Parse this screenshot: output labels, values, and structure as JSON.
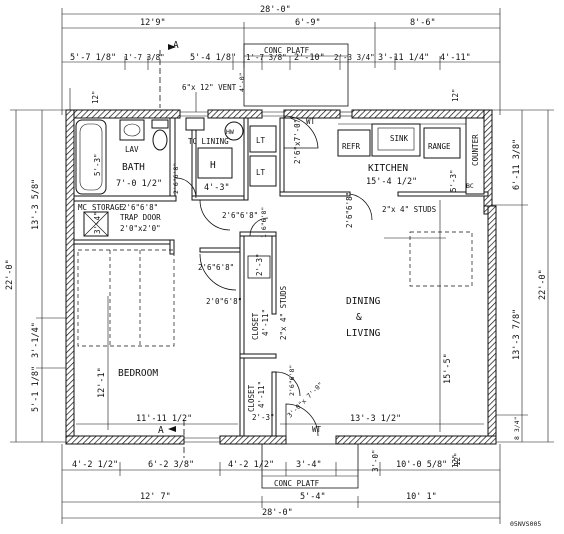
{
  "plan": {
    "drawing_id": "05NVS005",
    "section_mark": "A",
    "dimensions": {
      "top_overall": "28'-0\"",
      "top_left": "12'9\"",
      "top_mid": "6'-9\"",
      "top_right": "8'-6\"",
      "top_row": [
        "5'-7 1/8\"",
        "1'-7 3/8\"",
        "5'-4 1/8\"",
        "1'-7 3/8\"",
        "2'-10\"",
        "2'-3 3/4\"",
        "3'-11 1/4\"",
        "4'-11\""
      ],
      "bottom_row": [
        "4'-2 1/2\"",
        "6'-2 3/8\"",
        "4'-2 1/2\"",
        "3'-4\"",
        "3'-0\"",
        "10'-0 5/8\"",
        "12\""
      ],
      "bottom_12_7": "12' 7\"",
      "bottom_5_4": "5'-4\"",
      "bottom_10_1": "10' 1\"",
      "bottom_overall": "28'-0\"",
      "left_overall": "22'-0\"",
      "left_upper": "13'-3 5/8\"",
      "left_lower": "5'-1 1/8\"",
      "left_3_1_4": "3'-1/4\"",
      "left_12": "12\"",
      "right_overall": "22'-0\"",
      "right_6_11": "6'-11 3/8\"",
      "right_13_3": "13'-3 7/8\"",
      "right_8_3_4": "8 3/4\"",
      "right_12_top": "12\"",
      "right_12_bot": "12\""
    },
    "labels": {
      "conc_platf_top": "CONC PLATF",
      "conc_platf_bottom": "CONC PLATF",
      "vent": "6\"x 12\" VENT",
      "vent_dim": "4'-0\"",
      "lav": "LAV",
      "bath": "BATH",
      "bath_dim": "7'-0 1/2\"",
      "bath_side": "5'-3\"",
      "tc_lining": "TC LINING",
      "hw": "HW",
      "h": "H",
      "lt1": "LT",
      "lt2": "LT",
      "heater_dim": "4'-3\"",
      "wt_top": "WT",
      "wt_bottom": "WT",
      "refr": "REFR",
      "sink": "SINK",
      "range": "RANGE",
      "counter": "COUNTER",
      "bc": "BC",
      "kitchen": "KITCHEN",
      "kitchen_dim": "15'-4 1/2\"",
      "kitchen_side": "5'-3\"",
      "kit_door": "2'6\"x7'-0\"",
      "studs_kitchen": "2\"x 4\" STUDS",
      "door_2_6_6_8_a": "2'6\"6'8\"",
      "storage": "STORAGE",
      "mc": "MC",
      "trap_door": "TRAP DOOR",
      "trap_dim": "2'0\"x2'0\"",
      "storage_side": "3'-4\"",
      "bath_door": "2'6\"6'8\"",
      "hall_door": "2'6\"6'8\"",
      "door_2_6_6_8_b": "2'6\"6'8\"",
      "door_1_6_6_8": "1'6\"6'8\"",
      "door_2_6_6_8_c": "2'6\"6'8\"",
      "door_2_0_6_8": "2'0\"6'8\"",
      "dim_2_3": "2'-3\"",
      "dim_2_3b": "2'-3\"",
      "closet1": "CLOSET",
      "closet1_dim": "4'-11\"",
      "closet2": "CLOSET",
      "closet2_dim": "4'-11\"",
      "studs_closet": "2\"x 4\" STUDS",
      "dining": "DINING",
      "amp": "&",
      "living": "LIVING",
      "living_h": "15'-5\"",
      "living_w": "13'-3 1/2\"",
      "bedroom": "BEDROOM",
      "bedroom_h": "12'-1\"",
      "bedroom_w": "11'-11 1/2\"",
      "front_door": "3'-0\"x 7'-0\""
    }
  }
}
